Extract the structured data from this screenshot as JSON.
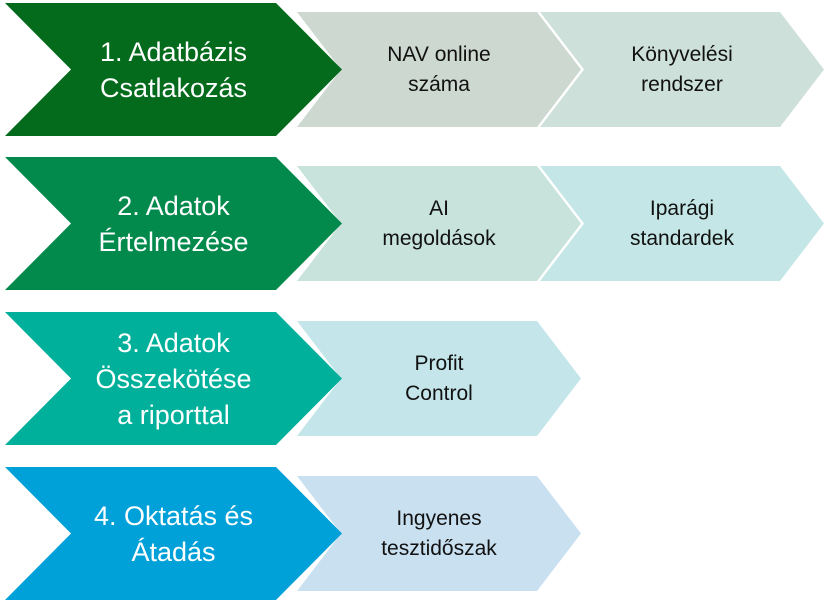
{
  "rows": [
    {
      "title": "1. Adatbázis\nCsatlakozás",
      "color": "#036b1b",
      "subs": [
        {
          "label": "NAV online\nszáma",
          "color": "#cdd8d1"
        },
        {
          "label": "Könyvelési\nrendszer",
          "color": "#cde0d9"
        }
      ]
    },
    {
      "title": "2. Adatok\nÉrtelmezése",
      "color": "#028a4c",
      "subs": [
        {
          "label": "AI\nmegoldások",
          "color": "#c8e2dc"
        },
        {
          "label": "Iparági\nstandardek",
          "color": "#c4e6e6"
        }
      ]
    },
    {
      "title": "3. Adatok\nÖsszekötése\na riporttal",
      "color": "#00b09a",
      "subs": [
        {
          "label": "Profit\nControl",
          "color": "#c4e6ea"
        }
      ]
    },
    {
      "title": "4. Oktatás és\nÁtadás",
      "color": "#00a0d8",
      "subs": [
        {
          "label": "Ingyenes\ntesztidőszak",
          "color": "#c9e0f0"
        }
      ]
    }
  ]
}
